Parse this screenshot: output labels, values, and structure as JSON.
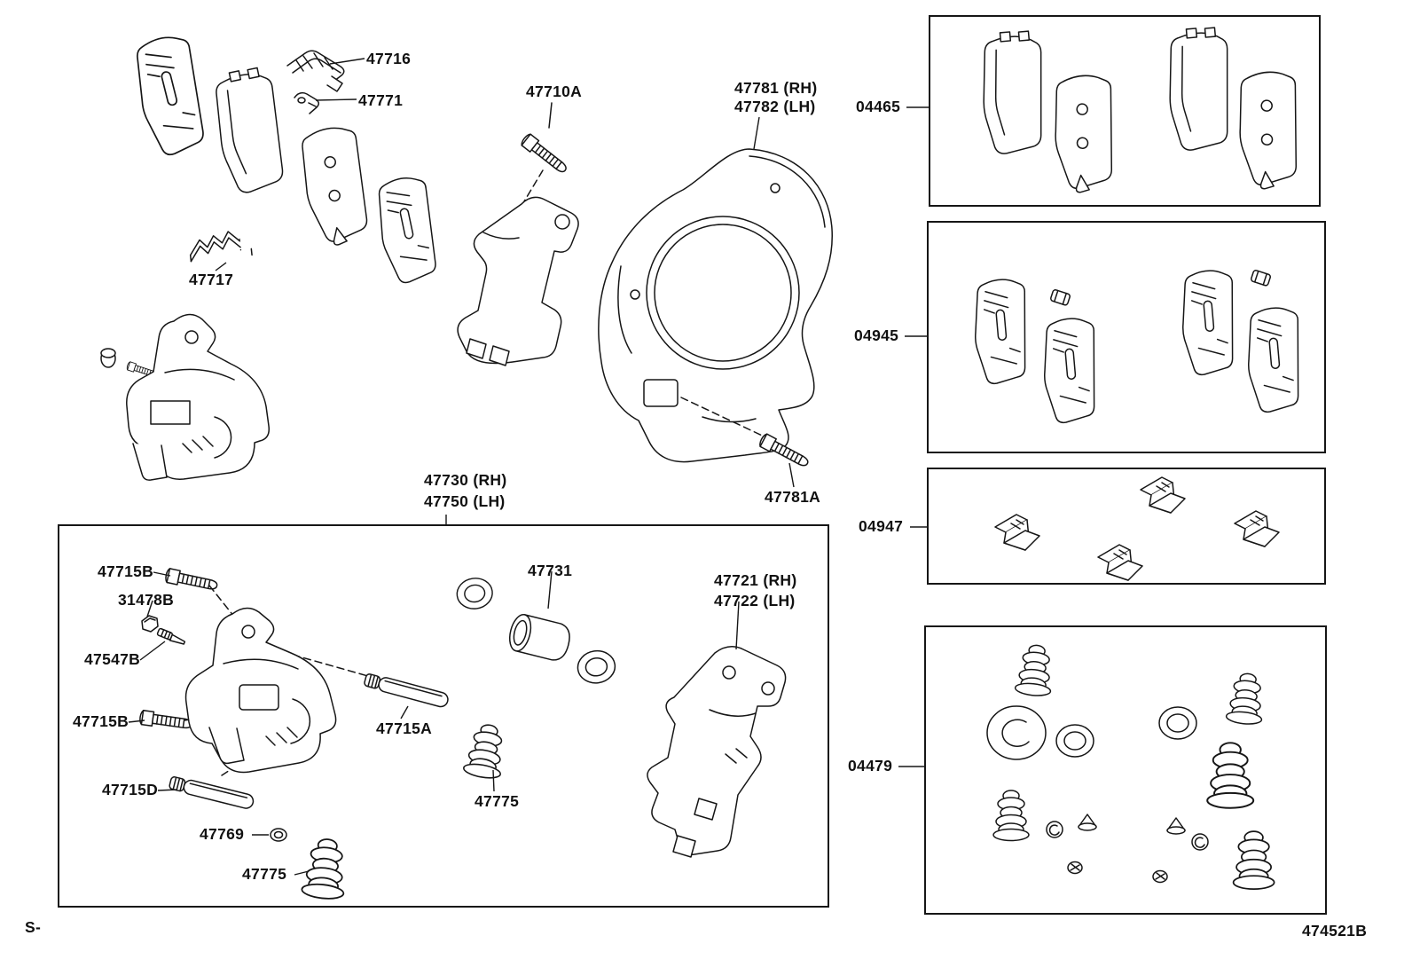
{
  "labels": [
    {
      "text": "47716"
    },
    {
      "text": "47771"
    },
    {
      "text": "47710A"
    },
    {
      "text": "47781 (RH)"
    },
    {
      "text": "47782 (LH)"
    },
    {
      "text": "04465"
    },
    {
      "text": "47717"
    },
    {
      "text": "04945"
    },
    {
      "text": "47730 (RH)"
    },
    {
      "text": "47750 (LH)"
    },
    {
      "text": "47781A"
    },
    {
      "text": "04947"
    },
    {
      "text": "47715B"
    },
    {
      "text": "31478B"
    },
    {
      "text": "47547B"
    },
    {
      "text": "47731"
    },
    {
      "text": "47721 (RH)"
    },
    {
      "text": "47722 (LH)"
    },
    {
      "text": "47715B"
    },
    {
      "text": "47715A"
    },
    {
      "text": "47715D"
    },
    {
      "text": "47775"
    },
    {
      "text": "47769"
    },
    {
      "text": "47775"
    },
    {
      "text": "04479"
    }
  ],
  "footer": {
    "left": "S-",
    "right": "474521B"
  },
  "colors": {
    "line": "#161616",
    "background": "#ffffff"
  }
}
